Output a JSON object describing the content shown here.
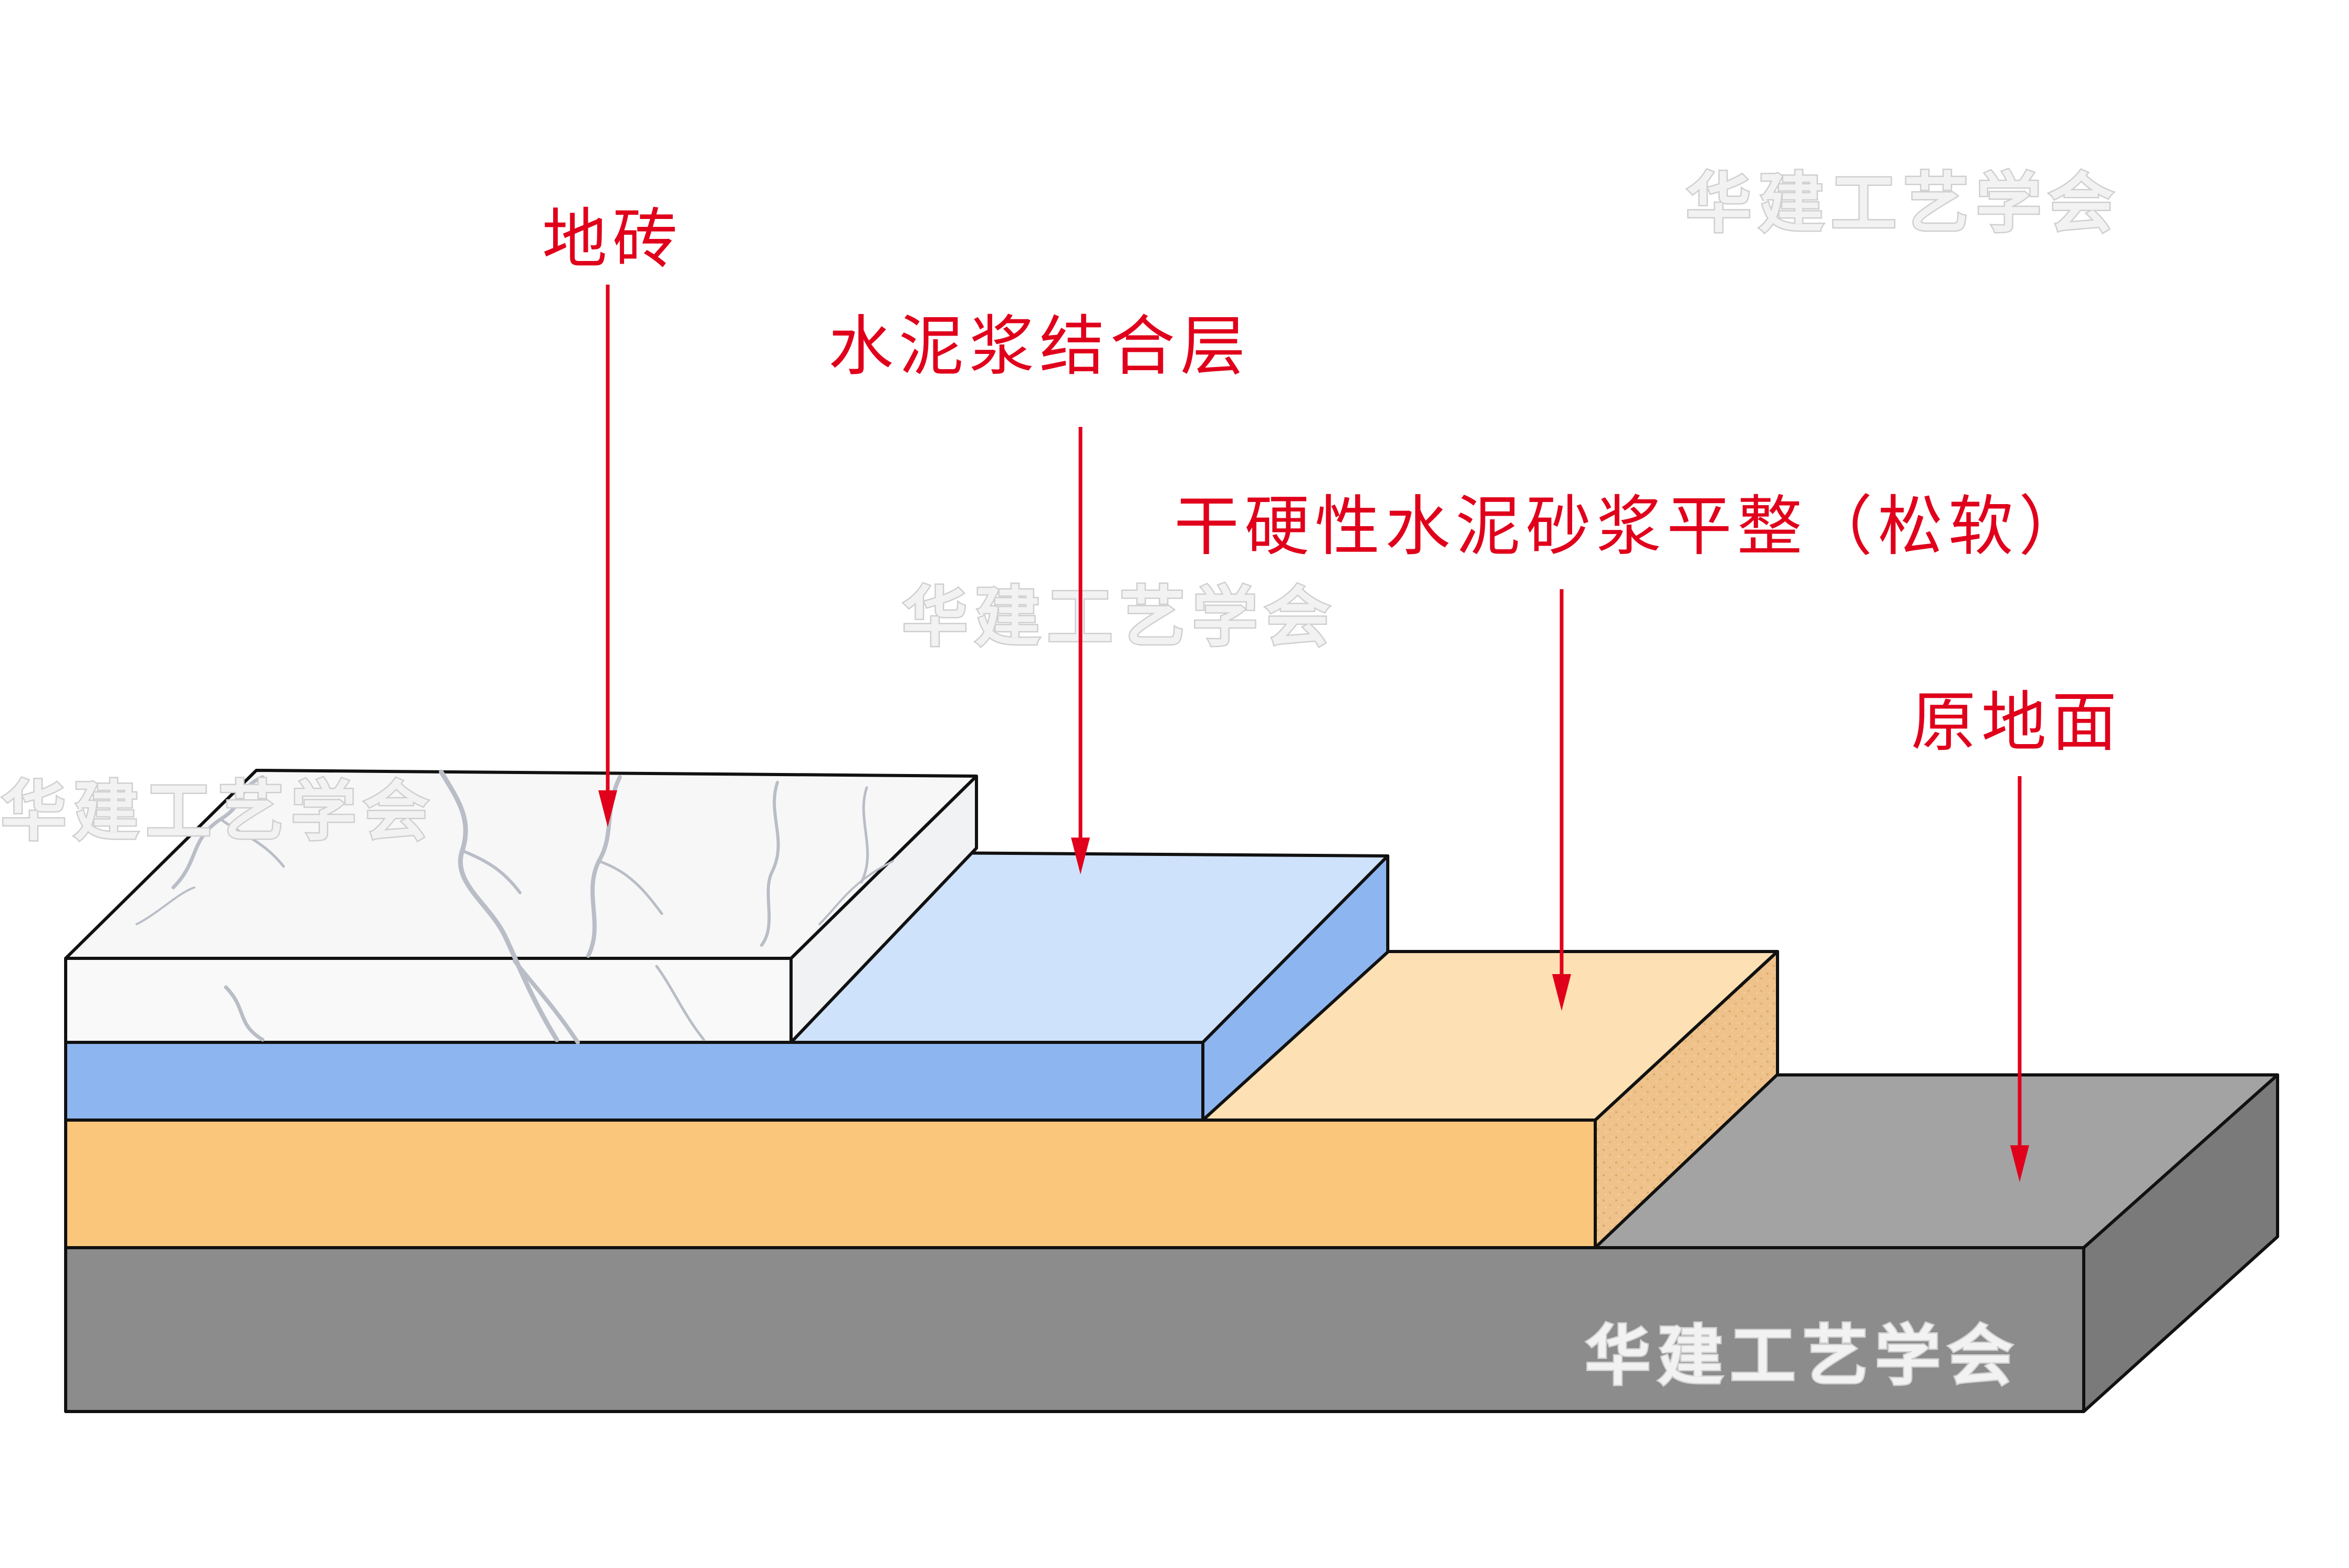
{
  "labels": {
    "tile": "地砖",
    "bonding_layer": "水泥浆结合层",
    "leveling_layer": "干硬性水泥砂浆平整（松软）",
    "original_ground": "原地面"
  },
  "watermark": "华建工艺学会",
  "colors": {
    "label": "#e0001b",
    "tile": "#f7f7f8",
    "bonding_layer_top": "#cfe2fb",
    "bonding_layer_front": "#8db6f0",
    "leveling_layer_top": "#fde0b4",
    "leveling_layer_front": "#fac67c",
    "leveling_layer_side": "#eec28a",
    "ground_top": "#a3a3a3",
    "ground_front": "#8c8c8c",
    "ground_side": "#7a7a7a"
  }
}
